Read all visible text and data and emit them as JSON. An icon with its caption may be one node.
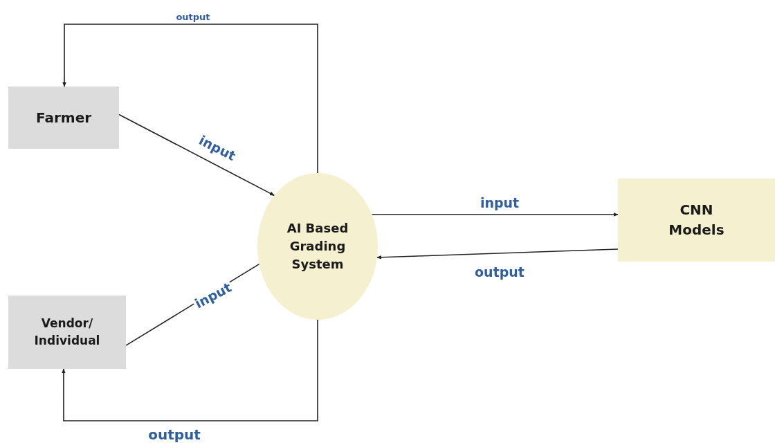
{
  "diagram": {
    "nodes": [
      {
        "text": [
          "Farmer"
        ]
      },
      {
        "text": [
          "Vendor/ Individual"
        ]
      },
      {
        "text": [
          "AI Based Grading System"
        ]
      },
      {
        "text": [
          "CNN Models"
        ]
      }
    ],
    "edges": [
      {
        "from": 2,
        "to": 0,
        "arrow": "to",
        "label": "output"
      },
      {
        "from": 0,
        "to": 2,
        "arrow": "to",
        "label": "input"
      },
      {
        "from": 1,
        "to": 2,
        "arrow": "none",
        "label": "input"
      },
      {
        "from": 2,
        "to": 1,
        "arrow": "to",
        "label": "output"
      },
      {
        "from": 2,
        "to": 3,
        "arrow": "to",
        "label": "input"
      },
      {
        "from": 3,
        "to": 2,
        "arrow": "to",
        "label": "output"
      }
    ]
  }
}
